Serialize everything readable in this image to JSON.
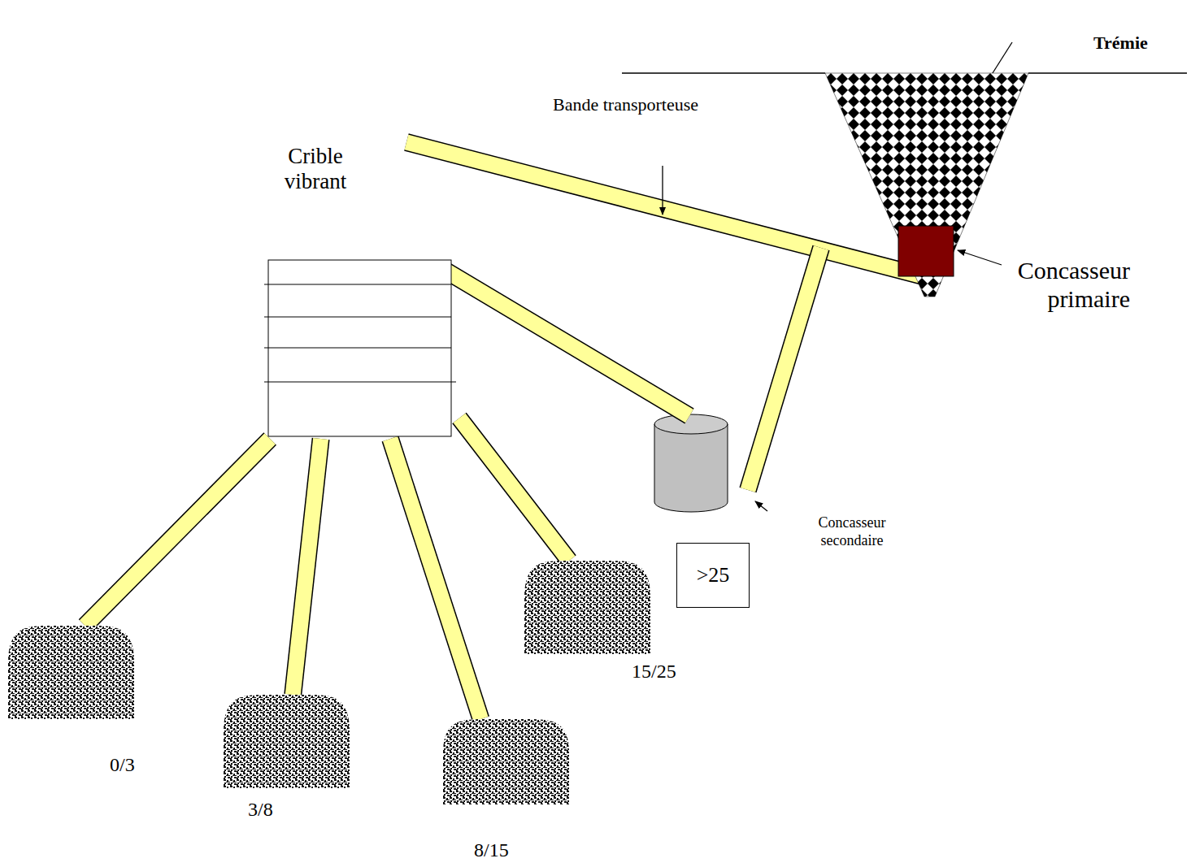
{
  "diagram": {
    "nodes": [
      {
        "text": [
          "Trémie"
        ]
      },
      {
        "text": [
          "Concasseur primaire"
        ]
      },
      {
        "text": [
          "Crible vibrant"
        ]
      },
      {
        "text": [
          ">25"
        ]
      },
      {
        "text": [
          "0/3"
        ]
      },
      {
        "text": [
          "3/8"
        ]
      },
      {
        "text": [
          "8/15"
        ]
      },
      {
        "text": [
          "15/25"
        ]
      }
    ],
    "edges": [
      {
        "from": 1,
        "to": 2,
        "arrow": "none"
      },
      {
        "from": 2,
        "to": 4,
        "arrow": "none"
      },
      {
        "from": 2,
        "to": 5,
        "arrow": "none"
      },
      {
        "from": 2,
        "to": 6,
        "arrow": "none"
      },
      {
        "from": 2,
        "to": 7,
        "arrow": "none"
      }
    ],
    "labels": [
      "Bande transporteuse",
      "Concasseur secondaire"
    ]
  }
}
